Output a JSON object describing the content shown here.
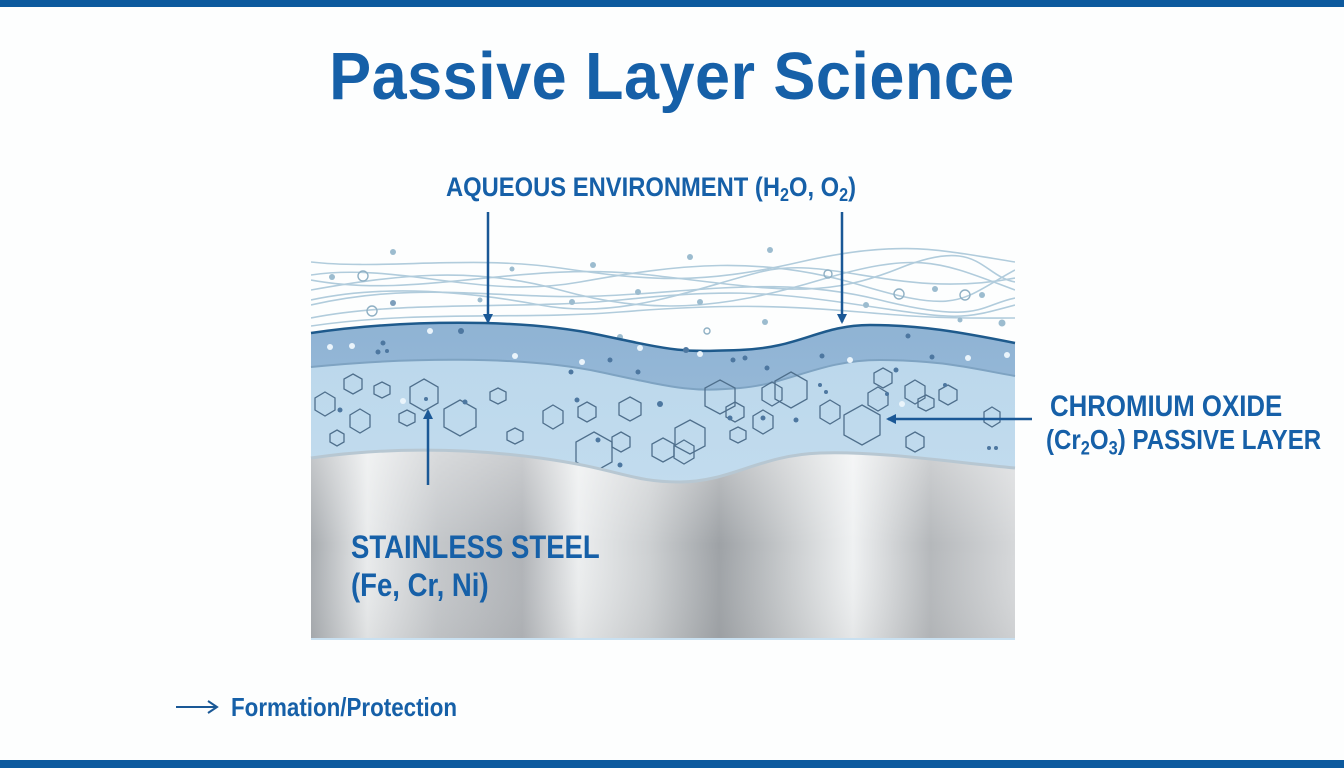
{
  "title": "Passive Layer Science",
  "colors": {
    "brand_blue": "#1660a8",
    "bar_blue": "#0d5a9e",
    "water_line": "#a9c7d9",
    "oxide_outer": "#9fc0dc",
    "oxide_inner": "#c2dcef",
    "steel_light": "#eef0f1",
    "steel_dark": "#9a9ea3"
  },
  "labels": {
    "aqueous": {
      "text": "AQUEOUS ENVIRONMENT (H",
      "sub1": "2",
      "mid": "O, O",
      "sub2": "2",
      "end": ")"
    },
    "chromium_oxide": {
      "line1": "CHROMIUM OXIDE",
      "line2_pre": "(Cr",
      "line2_sub1": "2",
      "line2_mid": "O",
      "line2_sub2": "3",
      "line2_end": ") PASSIVE LAYER"
    },
    "stainless_steel": {
      "line1": "STAINLESS STEEL",
      "line2": "(Fe, Cr, Ni)"
    }
  },
  "legend": {
    "icon": "right-arrow-icon",
    "text": "Formation/Protection"
  },
  "layers": [
    "aqueous-environment",
    "chromium-oxide-outer-layer",
    "chromium-oxide-inner-layer",
    "stainless-steel-substrate"
  ],
  "arrows": [
    {
      "name": "aqueous-arrow-left",
      "direction": "down"
    },
    {
      "name": "aqueous-arrow-right",
      "direction": "down"
    },
    {
      "name": "steel-arrow",
      "direction": "up"
    },
    {
      "name": "oxide-arrow",
      "direction": "left"
    }
  ]
}
